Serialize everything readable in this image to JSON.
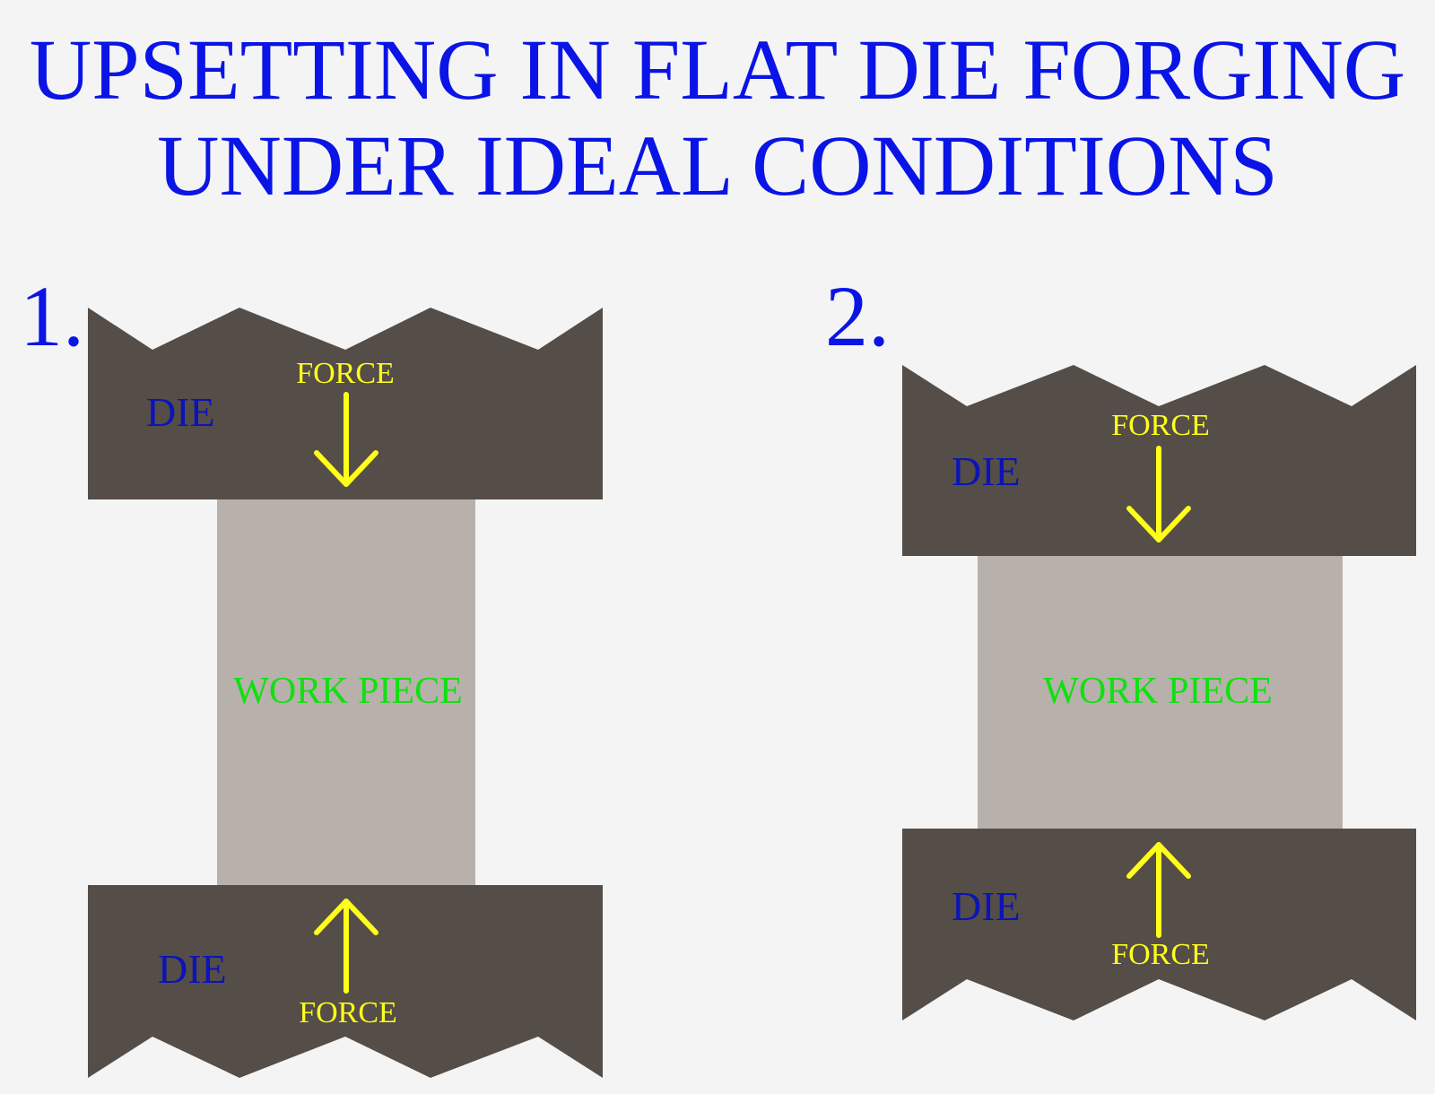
{
  "title": {
    "line1": "UPSETTING IN FLAT DIE FORGING",
    "line2": "UNDER IDEAL CONDITIONS"
  },
  "colors": {
    "title": "#0a14e6",
    "die_fill": "#554d47",
    "workpiece_fill": "#b8b1ab",
    "force_arrow": "#ffff1a",
    "die_label": "#0a14b8",
    "workpiece_label": "#10e010",
    "background": "#f4f4f4"
  },
  "stages": [
    {
      "number": "1.",
      "top_die_label": "DIE",
      "top_force_label": "FORCE",
      "workpiece_label": "WORK PIECE",
      "bottom_die_label": "DIE",
      "bottom_force_label": "FORCE"
    },
    {
      "number": "2.",
      "top_die_label": "DIE",
      "top_force_label": "FORCE",
      "workpiece_label": "WORK PIECE",
      "bottom_die_label": "DIE",
      "bottom_force_label": "FORCE"
    }
  ]
}
